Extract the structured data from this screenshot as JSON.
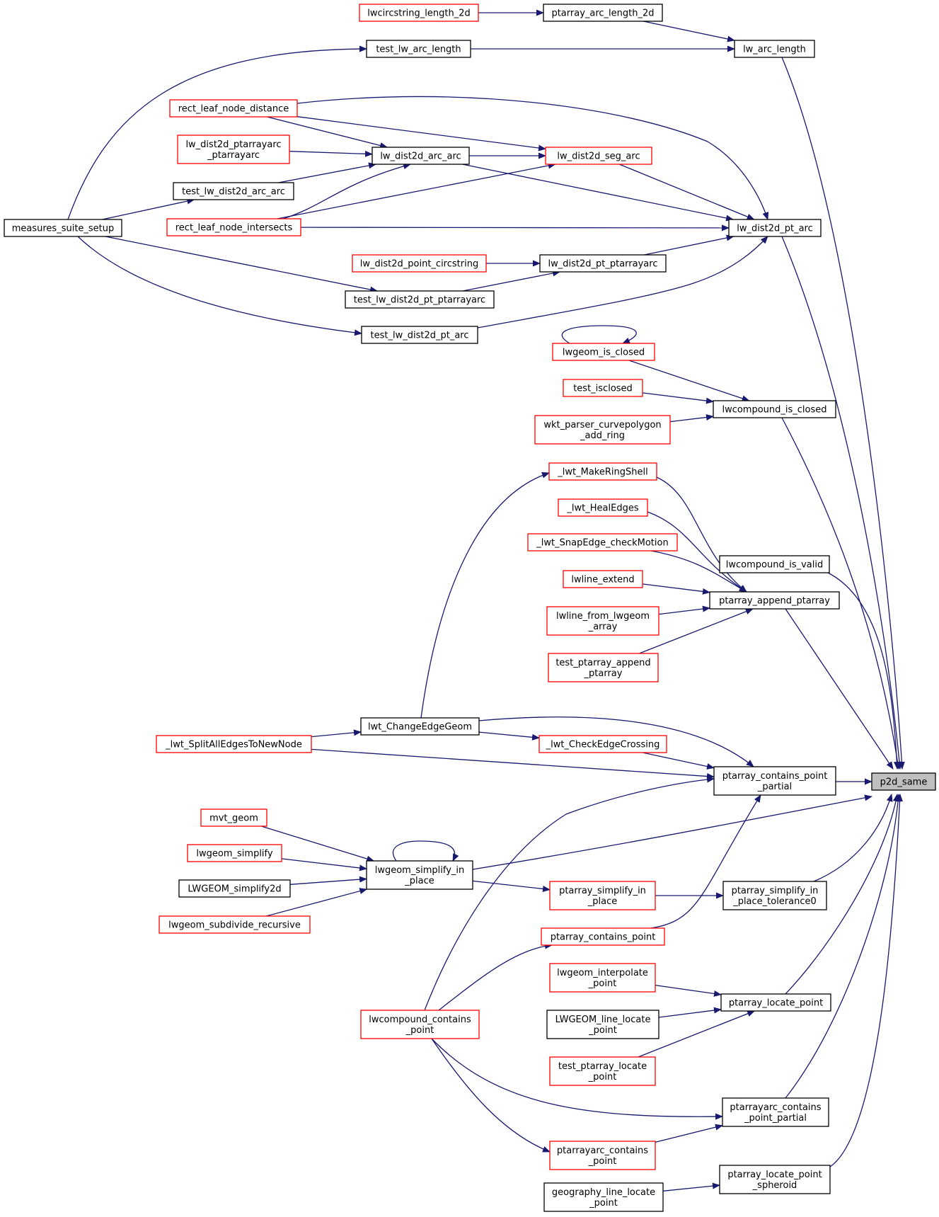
{
  "colors": {
    "edge": "#191970",
    "border_documented": "#000000",
    "border_undocumented": "#ff0000",
    "root_fill": "#bfbfbf",
    "node_fill": "#ffffff"
  },
  "root": "p2d_same",
  "nodes": [
    {
      "id": "p2d_same",
      "lines": [
        "p2d_same"
      ],
      "style": "root"
    },
    {
      "id": "lw_arc_length",
      "lines": [
        "lw_arc_length"
      ],
      "style": "black"
    },
    {
      "id": "ptarray_arc_length_2d",
      "lines": [
        "ptarray_arc_length_2d"
      ],
      "style": "black"
    },
    {
      "id": "lwcircstring_length_2d",
      "lines": [
        "lwcircstring_length_2d"
      ],
      "style": "red"
    },
    {
      "id": "test_lw_arc_length",
      "lines": [
        "test_lw_arc_length"
      ],
      "style": "black"
    },
    {
      "id": "measures_suite_setup",
      "lines": [
        "measures_suite_setup"
      ],
      "style": "black"
    },
    {
      "id": "rect_leaf_node_distance",
      "lines": [
        "rect_leaf_node_distance"
      ],
      "style": "red"
    },
    {
      "id": "lw_dist2d_ptarrayarc_ptarrayarc",
      "lines": [
        "lw_dist2d_ptarrayarc",
        "_ptarrayarc"
      ],
      "style": "red"
    },
    {
      "id": "lw_dist2d_arc_arc",
      "lines": [
        "lw_dist2d_arc_arc"
      ],
      "style": "black"
    },
    {
      "id": "lw_dist2d_seg_arc",
      "lines": [
        "lw_dist2d_seg_arc"
      ],
      "style": "red"
    },
    {
      "id": "test_lw_dist2d_arc_arc",
      "lines": [
        "test_lw_dist2d_arc_arc"
      ],
      "style": "black"
    },
    {
      "id": "rect_leaf_node_intersects",
      "lines": [
        "rect_leaf_node_intersects"
      ],
      "style": "red"
    },
    {
      "id": "lw_dist2d_pt_arc",
      "lines": [
        "lw_dist2d_pt_arc"
      ],
      "style": "black"
    },
    {
      "id": "lw_dist2d_point_circstring",
      "lines": [
        "lw_dist2d_point_circstring"
      ],
      "style": "red"
    },
    {
      "id": "lw_dist2d_pt_ptarrayarc",
      "lines": [
        "lw_dist2d_pt_ptarrayarc"
      ],
      "style": "black"
    },
    {
      "id": "test_lw_dist2d_pt_ptarrayarc",
      "lines": [
        "test_lw_dist2d_pt_ptarrayarc"
      ],
      "style": "black"
    },
    {
      "id": "test_lw_dist2d_pt_arc",
      "lines": [
        "test_lw_dist2d_pt_arc"
      ],
      "style": "black"
    },
    {
      "id": "lwgeom_is_closed",
      "lines": [
        "lwgeom_is_closed"
      ],
      "style": "red"
    },
    {
      "id": "test_isclosed",
      "lines": [
        "test_isclosed"
      ],
      "style": "red"
    },
    {
      "id": "lwcompound_is_closed",
      "lines": [
        "lwcompound_is_closed"
      ],
      "style": "black"
    },
    {
      "id": "wkt_parser_curvepolygon_add_ring",
      "lines": [
        "wkt_parser_curvepolygon",
        "_add_ring"
      ],
      "style": "red"
    },
    {
      "id": "_lwt_MakeRingShell",
      "lines": [
        "_lwt_MakeRingShell"
      ],
      "style": "red"
    },
    {
      "id": "_lwt_HealEdges",
      "lines": [
        "_lwt_HealEdges"
      ],
      "style": "red"
    },
    {
      "id": "_lwt_SnapEdge_checkMotion",
      "lines": [
        "_lwt_SnapEdge_checkMotion"
      ],
      "style": "red"
    },
    {
      "id": "lwcompound_is_valid",
      "lines": [
        "lwcompound_is_valid"
      ],
      "style": "black"
    },
    {
      "id": "lwline_extend",
      "lines": [
        "lwline_extend"
      ],
      "style": "red"
    },
    {
      "id": "ptarray_append_ptarray",
      "lines": [
        "ptarray_append_ptarray"
      ],
      "style": "black"
    },
    {
      "id": "lwline_from_lwgeom_array",
      "lines": [
        "lwline_from_lwgeom",
        "_array"
      ],
      "style": "red"
    },
    {
      "id": "test_ptarray_append_ptarray",
      "lines": [
        "test_ptarray_append",
        "_ptarray"
      ],
      "style": "red"
    },
    {
      "id": "lwt_ChangeEdgeGeom",
      "lines": [
        "lwt_ChangeEdgeGeom"
      ],
      "style": "black"
    },
    {
      "id": "_lwt_SplitAllEdgesToNewNode",
      "lines": [
        "_lwt_SplitAllEdgesToNewNode"
      ],
      "style": "red"
    },
    {
      "id": "_lwt_CheckEdgeCrossing",
      "lines": [
        "_lwt_CheckEdgeCrossing"
      ],
      "style": "red"
    },
    {
      "id": "ptarray_contains_point_partial",
      "lines": [
        "ptarray_contains_point",
        "_partial"
      ],
      "style": "black"
    },
    {
      "id": "mvt_geom",
      "lines": [
        "mvt_geom"
      ],
      "style": "red"
    },
    {
      "id": "lwgeom_simplify",
      "lines": [
        "lwgeom_simplify"
      ],
      "style": "red"
    },
    {
      "id": "LWGEOM_simplify2d",
      "lines": [
        "LWGEOM_simplify2d"
      ],
      "style": "black"
    },
    {
      "id": "lwgeom_subdivide_recursive",
      "lines": [
        "lwgeom_subdivide_recursive"
      ],
      "style": "red"
    },
    {
      "id": "lwgeom_simplify_in_place",
      "lines": [
        "lwgeom_simplify_in",
        "_place"
      ],
      "style": "black"
    },
    {
      "id": "ptarray_simplify_in_place",
      "lines": [
        "ptarray_simplify_in",
        "_place"
      ],
      "style": "red"
    },
    {
      "id": "ptarray_simplify_in_place_tolerance0",
      "lines": [
        "ptarray_simplify_in",
        "_place_tolerance0"
      ],
      "style": "black"
    },
    {
      "id": "ptarray_contains_point",
      "lines": [
        "ptarray_contains_point"
      ],
      "style": "red"
    },
    {
      "id": "lwgeom_interpolate_point",
      "lines": [
        "lwgeom_interpolate",
        "_point"
      ],
      "style": "red"
    },
    {
      "id": "ptarray_locate_point",
      "lines": [
        "ptarray_locate_point"
      ],
      "style": "black"
    },
    {
      "id": "LWGEOM_line_locate_point",
      "lines": [
        "LWGEOM_line_locate",
        "_point"
      ],
      "style": "black"
    },
    {
      "id": "lwcompound_contains_point",
      "lines": [
        "lwcompound_contains",
        "_point"
      ],
      "style": "red"
    },
    {
      "id": "test_ptarray_locate_point",
      "lines": [
        "test_ptarray_locate",
        "_point"
      ],
      "style": "red"
    },
    {
      "id": "ptarrayarc_contains_point_partial",
      "lines": [
        "ptarrayarc_contains",
        "_point_partial"
      ],
      "style": "black"
    },
    {
      "id": "ptarrayarc_contains_point",
      "lines": [
        "ptarrayarc_contains",
        "_point"
      ],
      "style": "red"
    },
    {
      "id": "ptarray_locate_point_spheroid",
      "lines": [
        "ptarray_locate_point",
        "_spheroid"
      ],
      "style": "black"
    },
    {
      "id": "geography_line_locate_point",
      "lines": [
        "geography_line_locate",
        "_point"
      ],
      "style": "black"
    }
  ],
  "edges": [
    {
      "from": "lw_arc_length",
      "to": "p2d_same"
    },
    {
      "from": "ptarray_arc_length_2d",
      "to": "lw_arc_length"
    },
    {
      "from": "lwcircstring_length_2d",
      "to": "ptarray_arc_length_2d"
    },
    {
      "from": "test_lw_arc_length",
      "to": "lw_arc_length"
    },
    {
      "from": "measures_suite_setup",
      "to": "test_lw_arc_length"
    },
    {
      "from": "lw_dist2d_pt_arc",
      "to": "p2d_same"
    },
    {
      "from": "rect_leaf_node_distance",
      "to": "lw_dist2d_pt_arc"
    },
    {
      "from": "rect_leaf_node_distance",
      "to": "lw_dist2d_arc_arc"
    },
    {
      "from": "rect_leaf_node_distance",
      "to": "lw_dist2d_seg_arc"
    },
    {
      "from": "lw_dist2d_ptarrayarc_ptarrayarc",
      "to": "lw_dist2d_arc_arc"
    },
    {
      "from": "lw_dist2d_arc_arc",
      "to": "lw_dist2d_seg_arc"
    },
    {
      "from": "lw_dist2d_arc_arc",
      "to": "lw_dist2d_pt_arc"
    },
    {
      "from": "lw_dist2d_seg_arc",
      "to": "lw_dist2d_pt_arc"
    },
    {
      "from": "test_lw_dist2d_arc_arc",
      "to": "lw_dist2d_arc_arc"
    },
    {
      "from": "measures_suite_setup",
      "to": "test_lw_dist2d_arc_arc"
    },
    {
      "from": "rect_leaf_node_intersects",
      "to": "lw_dist2d_arc_arc"
    },
    {
      "from": "rect_leaf_node_intersects",
      "to": "lw_dist2d_seg_arc"
    },
    {
      "from": "rect_leaf_node_intersects",
      "to": "lw_dist2d_pt_arc"
    },
    {
      "from": "lw_dist2d_pt_ptarrayarc",
      "to": "lw_dist2d_pt_arc"
    },
    {
      "from": "lw_dist2d_point_circstring",
      "to": "lw_dist2d_pt_ptarrayarc"
    },
    {
      "from": "test_lw_dist2d_pt_ptarrayarc",
      "to": "lw_dist2d_pt_ptarrayarc"
    },
    {
      "from": "measures_suite_setup",
      "to": "test_lw_dist2d_pt_ptarrayarc"
    },
    {
      "from": "test_lw_dist2d_pt_arc",
      "to": "lw_dist2d_pt_arc"
    },
    {
      "from": "measures_suite_setup",
      "to": "test_lw_dist2d_pt_arc"
    },
    {
      "from": "lwcompound_is_closed",
      "to": "p2d_same"
    },
    {
      "from": "lwgeom_is_closed",
      "to": "lwcompound_is_closed"
    },
    {
      "from": "lwgeom_is_closed",
      "to": "lwgeom_is_closed"
    },
    {
      "from": "test_isclosed",
      "to": "lwcompound_is_closed"
    },
    {
      "from": "wkt_parser_curvepolygon_add_ring",
      "to": "lwcompound_is_closed"
    },
    {
      "from": "lwcompound_is_valid",
      "to": "p2d_same"
    },
    {
      "from": "ptarray_append_ptarray",
      "to": "p2d_same"
    },
    {
      "from": "_lwt_MakeRingShell",
      "to": "ptarray_append_ptarray"
    },
    {
      "from": "_lwt_HealEdges",
      "to": "ptarray_append_ptarray"
    },
    {
      "from": "_lwt_SnapEdge_checkMotion",
      "to": "ptarray_append_ptarray"
    },
    {
      "from": "lwline_extend",
      "to": "ptarray_append_ptarray"
    },
    {
      "from": "lwline_from_lwgeom_array",
      "to": "ptarray_append_ptarray"
    },
    {
      "from": "test_ptarray_append_ptarray",
      "to": "ptarray_append_ptarray"
    },
    {
      "from": "lwt_ChangeEdgeGeom",
      "to": "_lwt_MakeRingShell"
    },
    {
      "from": "ptarray_contains_point_partial",
      "to": "p2d_same"
    },
    {
      "from": "lwt_ChangeEdgeGeom",
      "to": "ptarray_contains_point_partial"
    },
    {
      "from": "lwt_ChangeEdgeGeom",
      "to": "_lwt_CheckEdgeCrossing"
    },
    {
      "from": "_lwt_SplitAllEdgesToNewNode",
      "to": "lwt_ChangeEdgeGeom"
    },
    {
      "from": "_lwt_SplitAllEdgesToNewNode",
      "to": "ptarray_contains_point_partial"
    },
    {
      "from": "_lwt_CheckEdgeCrossing",
      "to": "ptarray_contains_point_partial"
    },
    {
      "from": "ptarray_contains_point",
      "to": "ptarray_contains_point_partial"
    },
    {
      "from": "lwcompound_contains_point",
      "to": "ptarray_contains_point_partial"
    },
    {
      "from": "lwgeom_simplify_in_place",
      "to": "p2d_same"
    },
    {
      "from": "mvt_geom",
      "to": "lwgeom_simplify_in_place"
    },
    {
      "from": "lwgeom_simplify",
      "to": "lwgeom_simplify_in_place"
    },
    {
      "from": "LWGEOM_simplify2d",
      "to": "lwgeom_simplify_in_place"
    },
    {
      "from": "lwgeom_subdivide_recursive",
      "to": "lwgeom_simplify_in_place"
    },
    {
      "from": "lwgeom_simplify_in_place",
      "to": "lwgeom_simplify_in_place"
    },
    {
      "from": "lwgeom_simplify_in_place",
      "to": "ptarray_simplify_in_place"
    },
    {
      "from": "ptarray_simplify_in_place_tolerance0",
      "to": "p2d_same"
    },
    {
      "from": "ptarray_simplify_in_place",
      "to": "ptarray_simplify_in_place_tolerance0"
    },
    {
      "from": "lwcompound_contains_point",
      "to": "ptarray_contains_point"
    },
    {
      "from": "ptarray_locate_point",
      "to": "p2d_same"
    },
    {
      "from": "lwgeom_interpolate_point",
      "to": "ptarray_locate_point"
    },
    {
      "from": "LWGEOM_line_locate_point",
      "to": "ptarray_locate_point"
    },
    {
      "from": "test_ptarray_locate_point",
      "to": "ptarray_locate_point"
    },
    {
      "from": "ptarrayarc_contains_point_partial",
      "to": "p2d_same"
    },
    {
      "from": "lwcompound_contains_point",
      "to": "ptarrayarc_contains_point_partial"
    },
    {
      "from": "lwcompound_contains_point",
      "to": "ptarrayarc_contains_point"
    },
    {
      "from": "ptarrayarc_contains_point",
      "to": "ptarrayarc_contains_point_partial"
    },
    {
      "from": "ptarray_locate_point_spheroid",
      "to": "p2d_same"
    },
    {
      "from": "geography_line_locate_point",
      "to": "ptarray_locate_point_spheroid"
    }
  ]
}
